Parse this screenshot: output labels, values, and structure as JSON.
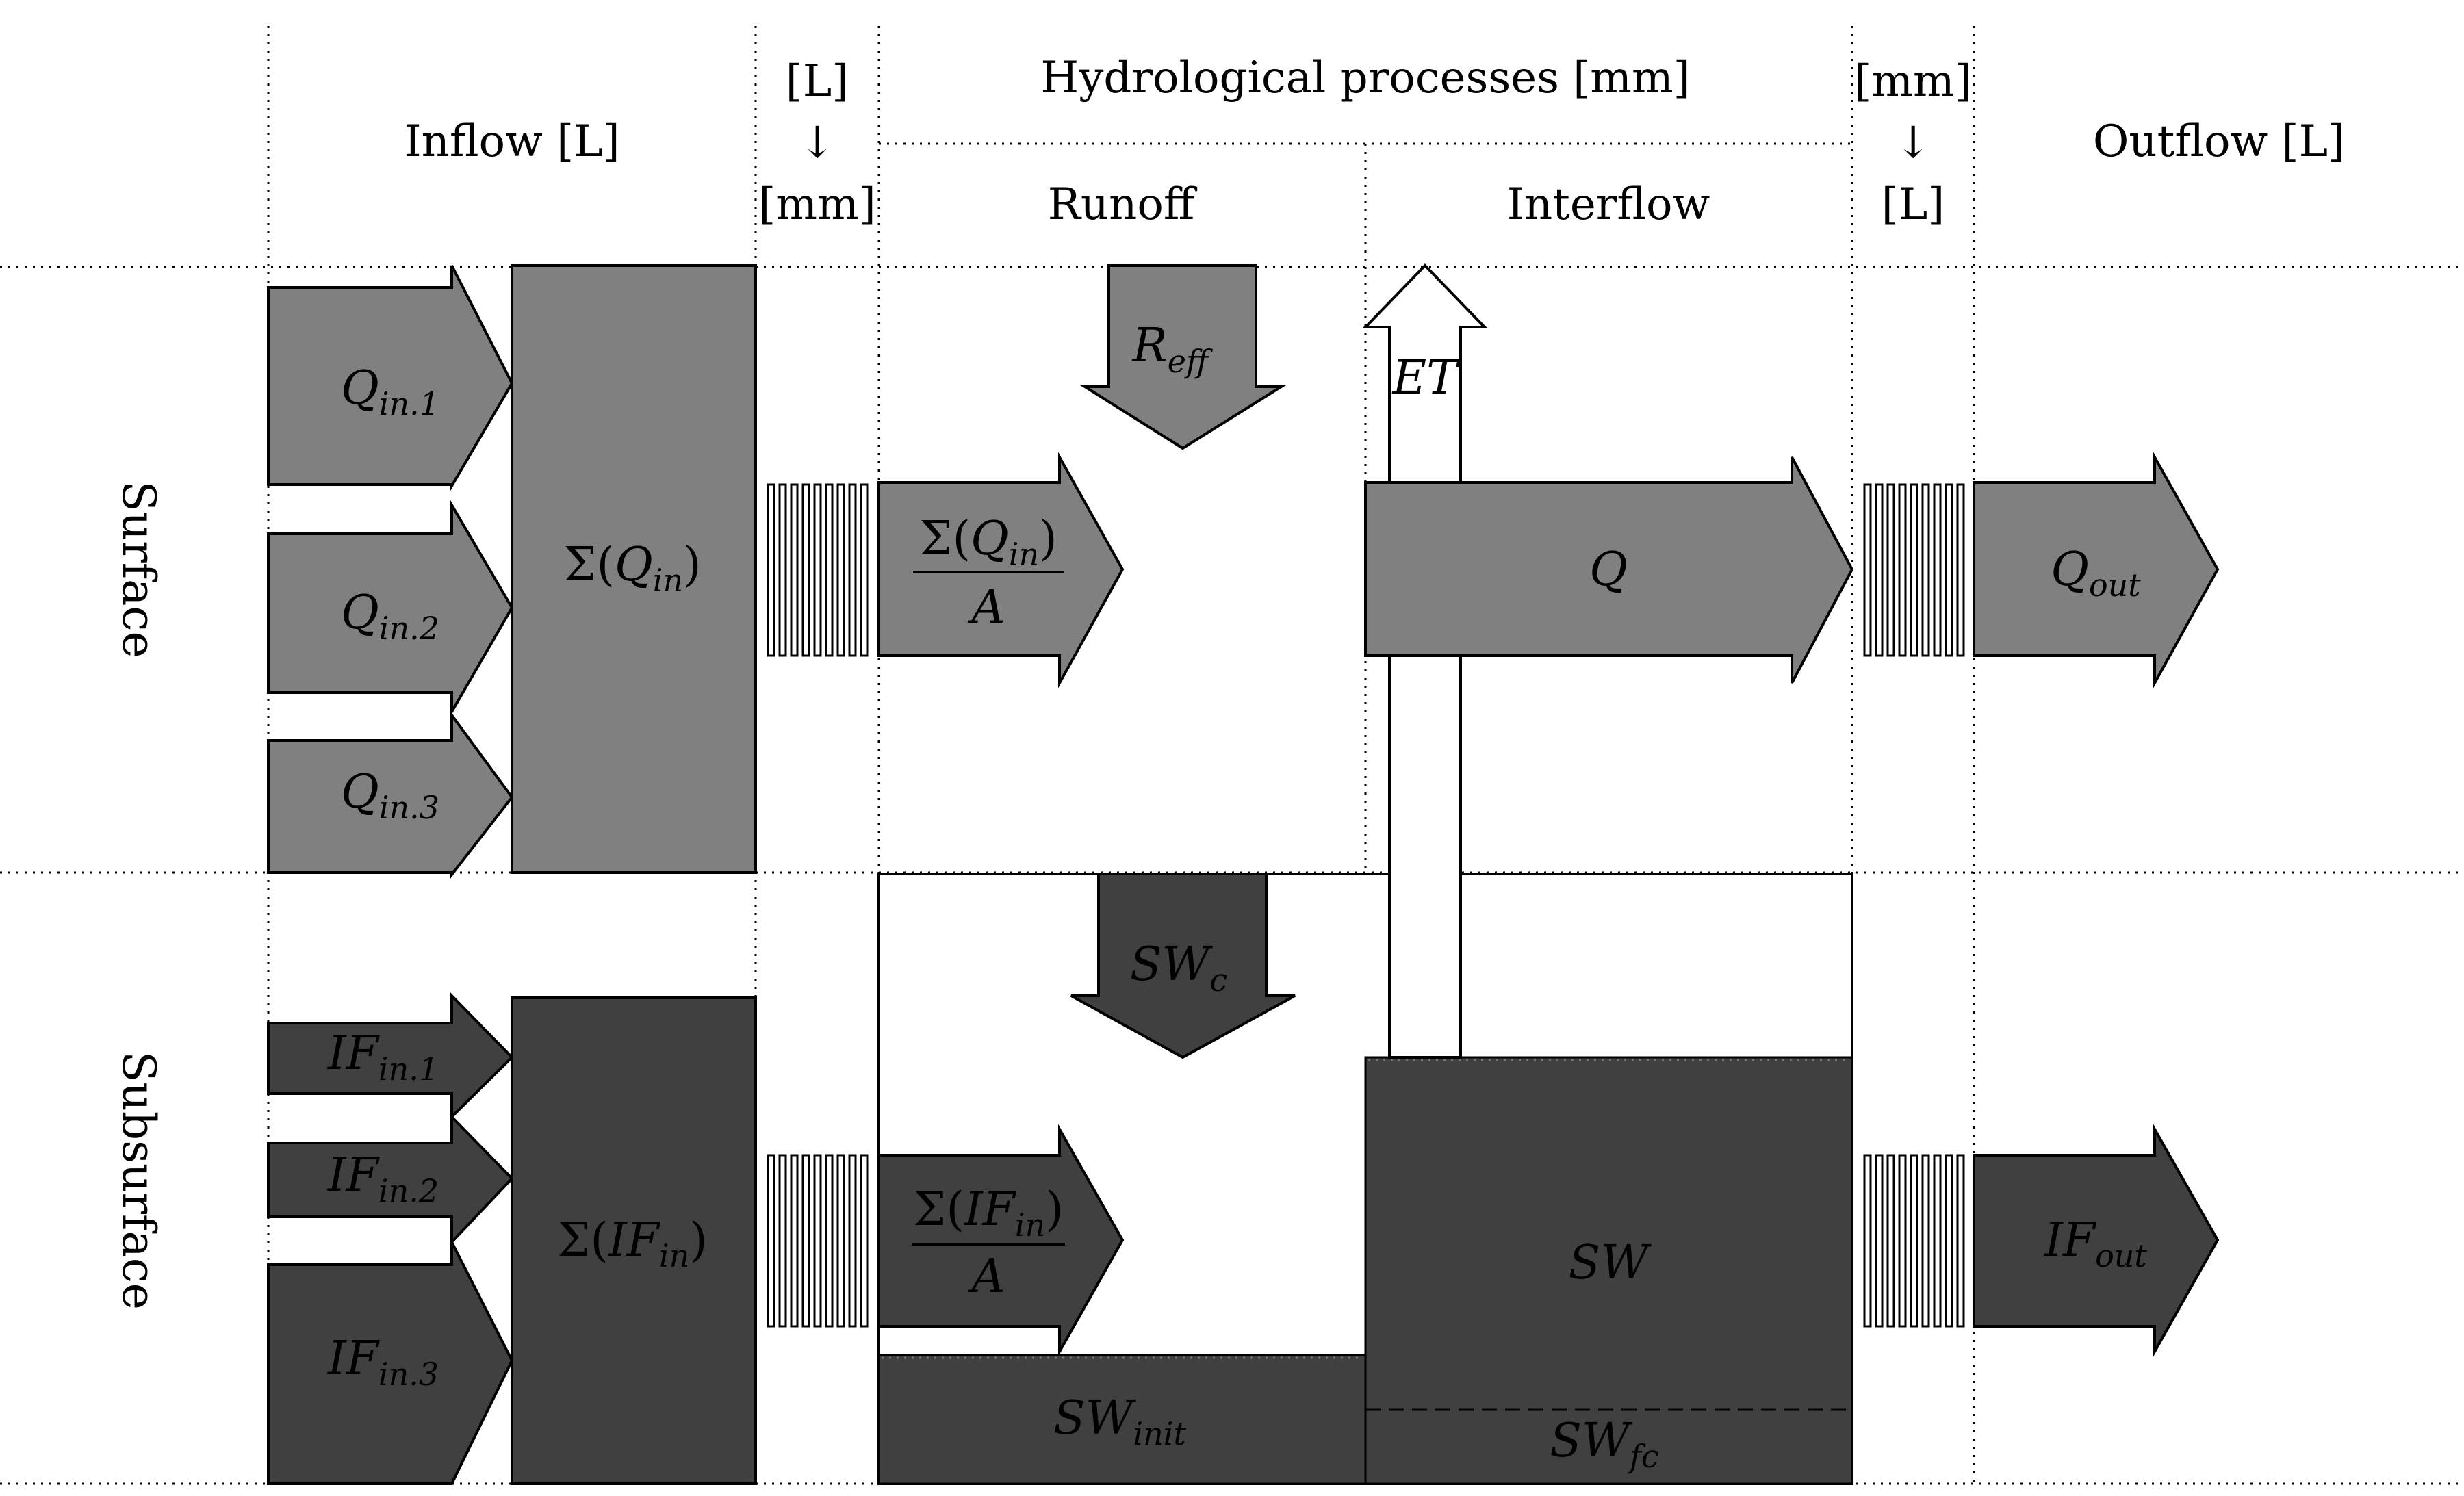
{
  "headers": {
    "inflow": "Inflow [L]",
    "conv_left_top": "[L]",
    "conv_left_arrow": "↓",
    "conv_left_bottom": "[mm]",
    "hydro": "Hydrological processes [mm]",
    "runoff": "Runoff",
    "interflow": "Interflow",
    "conv_right_top": "[mm]",
    "conv_right_arrow": "↓",
    "conv_right_bottom": "[L]",
    "outflow": "Outflow [L]"
  },
  "rows": {
    "surface": "Surface",
    "subsurface": "Subsurface"
  },
  "labels": {
    "q_in1": {
      "main": "Q",
      "sub": "in.1"
    },
    "q_in2": {
      "main": "Q",
      "sub": "in.2"
    },
    "q_in3": {
      "main": "Q",
      "sub": "in.3"
    },
    "sum_q_in": {
      "pre": "Σ(",
      "main": "Q",
      "sub": "in",
      "post": ")"
    },
    "frac_q": {
      "pre": "Σ(",
      "main": "Q",
      "sub": "in",
      "post": ")",
      "den": "A"
    },
    "r_eff": {
      "main": "R",
      "sub": "eff"
    },
    "et": {
      "main": "ET"
    },
    "q": {
      "main": "Q"
    },
    "q_out": {
      "main": "Q",
      "sub": "out"
    },
    "if_in1": {
      "main": "IF",
      "sub": "in.1"
    },
    "if_in2": {
      "main": "IF",
      "sub": "in.2"
    },
    "if_in3": {
      "main": "IF",
      "sub": "in.3"
    },
    "sum_if_in": {
      "pre": "Σ(",
      "main": "IF",
      "sub": "in",
      "post": ")"
    },
    "frac_if": {
      "pre": "Σ(",
      "main": "IF",
      "sub": "in",
      "post": ")",
      "den": "A"
    },
    "sw_c": {
      "main": "SW",
      "sub": "c"
    },
    "sw": {
      "main": "SW"
    },
    "sw_init": {
      "main": "SW",
      "sub": "init"
    },
    "sw_fc": {
      "main": "SW",
      "sub": "fc"
    },
    "if_out": {
      "main": "IF",
      "sub": "out"
    }
  },
  "colors": {
    "surface": "#808080",
    "subsurface": "#404040",
    "outline": "#000000",
    "background": "#ffffff"
  }
}
